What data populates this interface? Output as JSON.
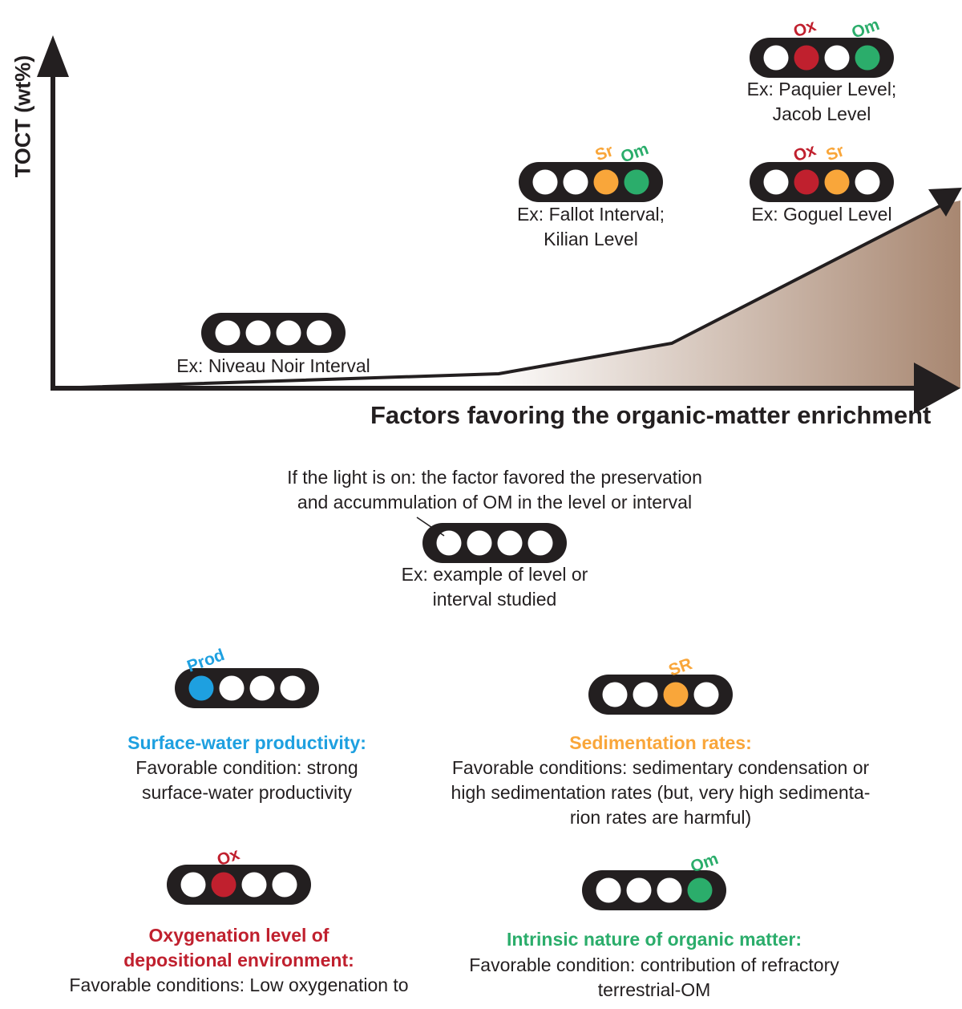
{
  "axes": {
    "y_label": "TOCT (wt%)",
    "x_label": "Factors favoring the organic-matter enrichment"
  },
  "colors": {
    "frame": "#231f20",
    "off": "#ffffff",
    "prod": "#1ea0e0",
    "ox": "#c0202e",
    "sr": "#f9a63a",
    "om": "#2bad6b",
    "wedge_start": "#ffffff",
    "wedge_end": "#a88771"
  },
  "chart_lights": [
    {
      "id": "niveau",
      "lamps": [
        "off",
        "off",
        "off",
        "off"
      ],
      "caption": [
        "Ex: Niveau Noir Interval"
      ],
      "tags": []
    },
    {
      "id": "fallot",
      "lamps": [
        "off",
        "off",
        "sr",
        "om"
      ],
      "caption": [
        "Ex: Fallot Interval;",
        "Kilian Level"
      ],
      "tags": [
        {
          "text": "Sr",
          "color": "sr",
          "lamp": 2
        },
        {
          "text": "Om",
          "color": "om",
          "lamp": 3
        }
      ]
    },
    {
      "id": "goguel",
      "lamps": [
        "off",
        "ox",
        "sr",
        "off"
      ],
      "caption": [
        "Ex: Goguel Level"
      ],
      "tags": [
        {
          "text": "Ox",
          "color": "ox",
          "lamp": 1
        },
        {
          "text": "Sr",
          "color": "sr",
          "lamp": 2
        }
      ]
    },
    {
      "id": "paquier",
      "lamps": [
        "off",
        "ox",
        "off",
        "om"
      ],
      "caption": [
        "Ex: Paquier Level;",
        "Jacob Level"
      ],
      "tags": [
        {
          "text": "Ox",
          "color": "ox",
          "lamp": 1
        },
        {
          "text": "Om",
          "color": "om",
          "lamp": 3
        }
      ]
    }
  ],
  "legend": {
    "note": [
      "If the light is on: the factor favored the preservation",
      "and accummulation of OM in the level or interval"
    ],
    "lamps": [
      "off",
      "off",
      "off",
      "off"
    ],
    "caption": [
      "Ex: example of level or",
      "interval studied"
    ]
  },
  "factors": [
    {
      "id": "prod",
      "tag": "Prod",
      "lamps": [
        "prod",
        "off",
        "off",
        "off"
      ],
      "lamp": 0,
      "title": "Surface-water productivity:",
      "title_lines": [
        "Surface-water productivity:"
      ],
      "color": "prod",
      "desc": [
        "Favorable condition: strong",
        "surface-water productivity"
      ]
    },
    {
      "id": "sr",
      "tag": "SR",
      "lamps": [
        "off",
        "off",
        "sr",
        "off"
      ],
      "lamp": 2,
      "title_lines": [
        "Sedimentation rates:"
      ],
      "color": "sr",
      "desc": [
        "Favorable conditions: sedimentary condensation or",
        "high sedimentation rates (but, very high sedimenta-",
        "rion rates are harmful)"
      ]
    },
    {
      "id": "ox",
      "tag": "Ox",
      "lamps": [
        "off",
        "ox",
        "off",
        "off"
      ],
      "lamp": 1,
      "title_lines": [
        "Oxygenation level of",
        "depositional environment:"
      ],
      "color": "ox",
      "desc": [
        "Favorable conditions: Low oxygenation to"
      ]
    },
    {
      "id": "om",
      "tag": "Om",
      "lamps": [
        "off",
        "off",
        "off",
        "om"
      ],
      "lamp": 3,
      "title_lines": [
        "Intrinsic nature of organic matter:"
      ],
      "color": "om",
      "desc": [
        "Favorable condition: contribution of refractory",
        "terrestrial-OM"
      ]
    }
  ]
}
